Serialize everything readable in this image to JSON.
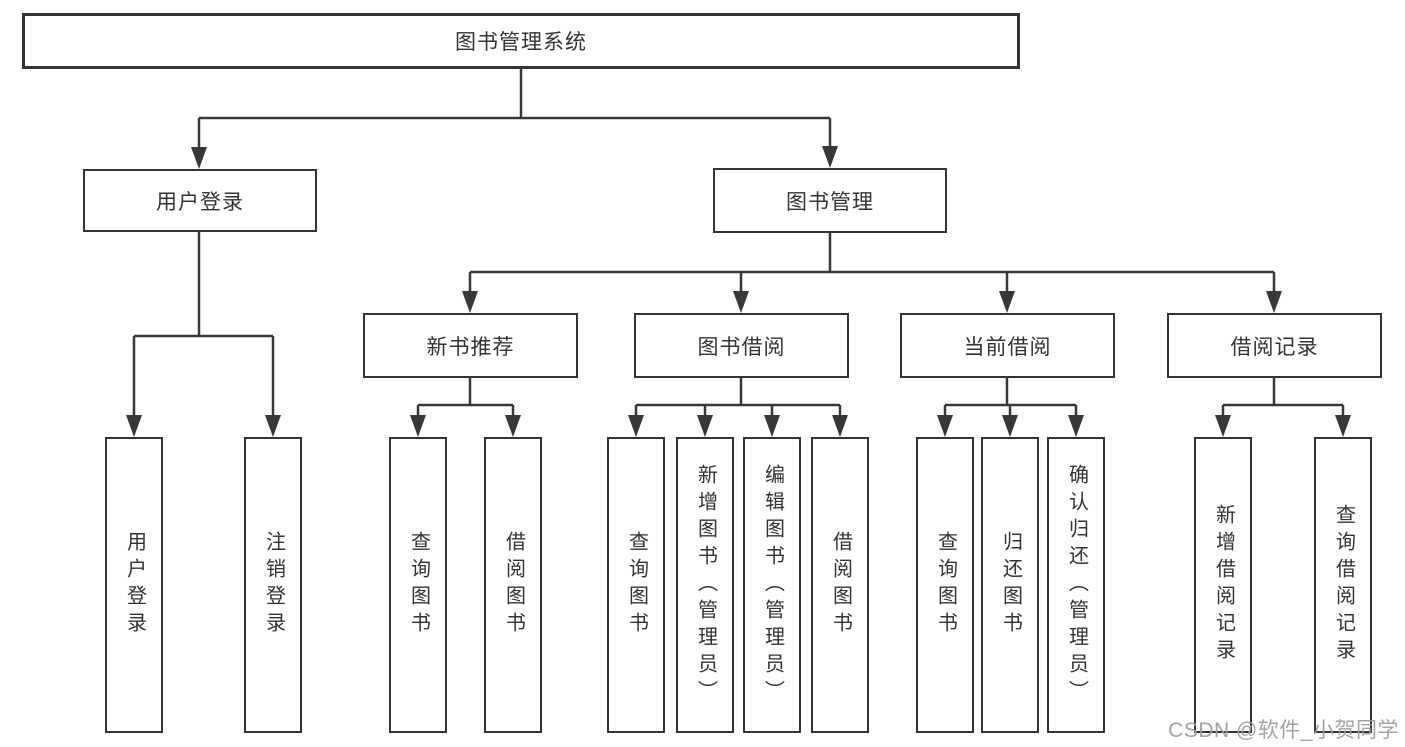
{
  "diagram": {
    "root": {
      "label": "图书管理系统",
      "children": [
        {
          "label": "用户登录",
          "children": [
            {
              "label": "用户登录"
            },
            {
              "label": "注销登录"
            }
          ]
        },
        {
          "label": "图书管理",
          "children": [
            {
              "label": "新书推荐",
              "children": [
                {
                  "label": "查询图书"
                },
                {
                  "label": "借阅图书"
                }
              ]
            },
            {
              "label": "图书借阅",
              "children": [
                {
                  "label": "查询图书"
                },
                {
                  "label": "新增图书（管理员）"
                },
                {
                  "label": "编辑图书（管理员）"
                },
                {
                  "label": "借阅图书"
                }
              ]
            },
            {
              "label": "当前借阅",
              "children": [
                {
                  "label": "查询图书"
                },
                {
                  "label": "归还图书"
                },
                {
                  "label": "确认归还（管理员）"
                }
              ]
            },
            {
              "label": "借阅记录",
              "children": [
                {
                  "label": "新增借阅记录"
                },
                {
                  "label": "查询借阅记录"
                }
              ]
            }
          ]
        }
      ]
    }
  },
  "watermark": "CSDN @软件_小贺同学",
  "colors": {
    "line": "#383838",
    "box_border": "#343434",
    "text": "#333333",
    "watermark": "#9e9e9e",
    "background": "#ffffff"
  }
}
